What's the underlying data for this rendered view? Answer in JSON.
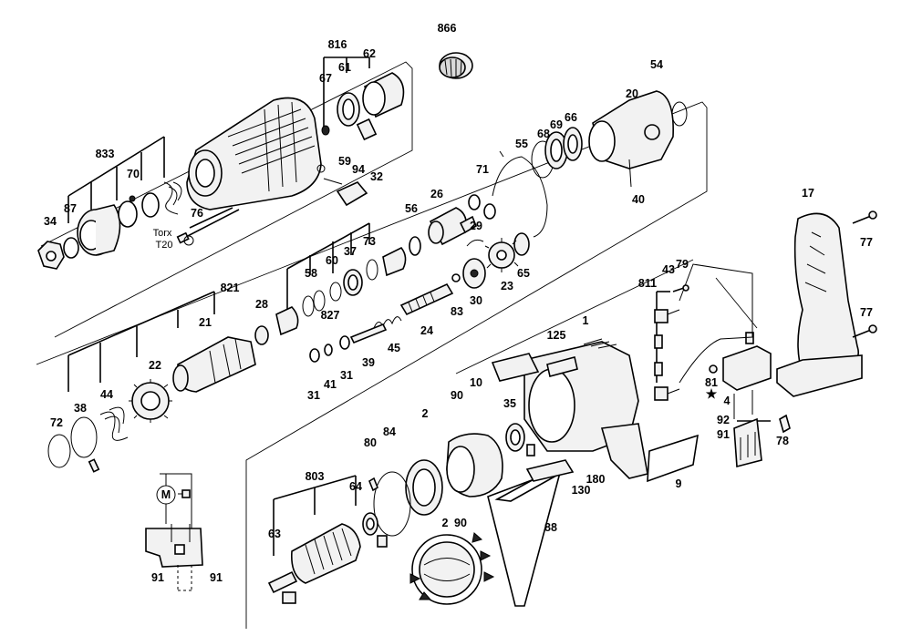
{
  "labels": {
    "l816": "816",
    "l866": "866",
    "l61": "61",
    "l62": "62",
    "l67": "67",
    "l54": "54",
    "l20": "20",
    "l833": "833",
    "l70": "70",
    "l59": "59",
    "l94": "94",
    "l32": "32",
    "l87": "87",
    "l34": "34",
    "l76": "76",
    "l55": "55",
    "l68": "68",
    "l69": "69",
    "l66": "66",
    "l71": "71",
    "l40": "40",
    "l17": "17",
    "l77a": "77",
    "l77b": "77",
    "l56": "56",
    "l26": "26",
    "l29": "29",
    "l65": "65",
    "l23": "23",
    "l30": "30",
    "l83": "83",
    "l24": "24",
    "l73": "73",
    "l37": "37",
    "l60": "60",
    "l58": "58",
    "l827": "827",
    "l821": "821",
    "l28": "28",
    "l21": "21",
    "l45": "45",
    "l39": "39",
    "l31a": "31",
    "l31b": "31",
    "l41": "41",
    "l22": "22",
    "l44": "44",
    "l38": "38",
    "l72": "72",
    "l811": "811",
    "l43": "43",
    "l79": "79",
    "l1": "1",
    "l125": "125",
    "l10": "10",
    "l4": "4",
    "l81": "81",
    "l92": "92",
    "l91a": "91",
    "l78": "78",
    "l90a": "90",
    "l35": "35",
    "l2a": "2",
    "l180": "180",
    "l130": "130",
    "l9": "9",
    "l88": "88",
    "l80": "80",
    "l84": "84",
    "l803": "803",
    "l64": "64",
    "l63": "63",
    "l2b": "2",
    "l90b": "90",
    "l91b": "91",
    "l91c": "91"
  },
  "torx": {
    "line1": "Torx",
    "line2": "T20"
  },
  "motor_symbol": "M",
  "icons": [
    "star-icon",
    "motor-symbol-icon",
    "grease-tube-icon"
  ]
}
